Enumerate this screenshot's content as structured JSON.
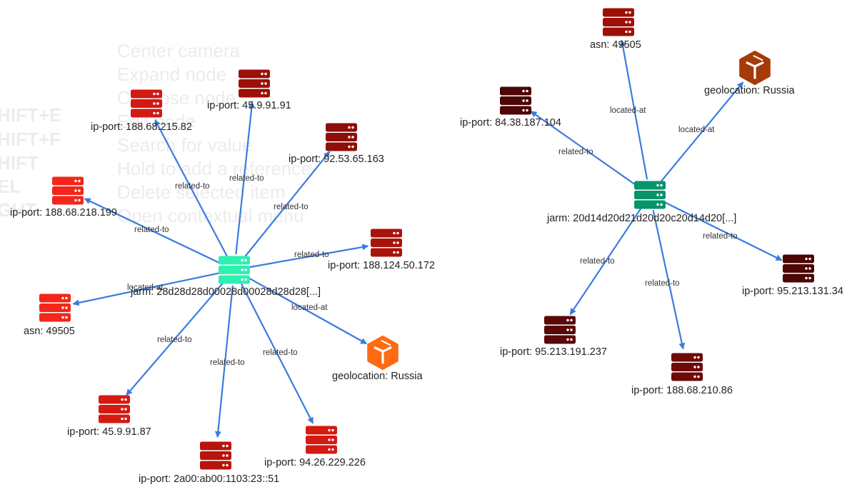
{
  "shortcuts": [
    {
      "key": "",
      "desc": "Center camera"
    },
    {
      "key": "",
      "desc": "Expand node"
    },
    {
      "key": "",
      "desc": "Collapse node"
    },
    {
      "key": "HIFT+E",
      "desc": "Edit node"
    },
    {
      "key": "HIFT+F",
      "desc": "Search for value"
    },
    {
      "key": "HIFT",
      "desc": "Hold to add a reference"
    },
    {
      "key": "EL",
      "desc": "Delete selected item"
    },
    {
      "key": "GHT",
      "desc": "Open contextual menu"
    }
  ],
  "nodes": [
    {
      "id": "jarm1",
      "kind": "server",
      "color": "#2ef0b0",
      "label": "jarm: 28d28d28d00028d00028d28d28[...]"
    },
    {
      "id": "ip1",
      "kind": "server",
      "color": "#d11a12",
      "label": "ip-port: 188.68.215.82"
    },
    {
      "id": "ip2",
      "kind": "server",
      "color": "#9d1008",
      "label": "ip-port: 45.9.91.91"
    },
    {
      "id": "ip3",
      "kind": "server",
      "color": "#8e0e08",
      "label": "ip-port: 92.53.65.163"
    },
    {
      "id": "ip4",
      "kind": "server",
      "color": "#f2261a",
      "label": "ip-port: 188.68.218.199"
    },
    {
      "id": "ip5",
      "kind": "server",
      "color": "#a8130b",
      "label": "ip-port: 188.124.50.172"
    },
    {
      "id": "asn1",
      "kind": "server",
      "color": "#f2261a",
      "label": "asn: 49505"
    },
    {
      "id": "geo1",
      "kind": "geo",
      "color": "#ff6a13",
      "label": "geolocation: Russia"
    },
    {
      "id": "ip6",
      "kind": "server",
      "color": "#d51a12",
      "label": "ip-port: 45.9.91.87"
    },
    {
      "id": "ip7",
      "kind": "server",
      "color": "#b8140c",
      "label": "ip-port: 2a00:ab00:1103:23::51"
    },
    {
      "id": "ip8",
      "kind": "server",
      "color": "#d51a12",
      "label": "ip-port: 94.26.229.226"
    },
    {
      "id": "jarm2",
      "kind": "server",
      "color": "#08946a",
      "label": "jarm: 20d14d20d21d20d20c20d14d20[...]"
    },
    {
      "id": "asn2",
      "kind": "server",
      "color": "#9d1008",
      "label": "asn: 49505"
    },
    {
      "id": "geo2",
      "kind": "geo",
      "color": "#a63a08",
      "label": "geolocation: Russia"
    },
    {
      "id": "ip9",
      "kind": "server",
      "color": "#4c0606",
      "label": "ip-port: 84.38.187.104"
    },
    {
      "id": "ip10",
      "kind": "server",
      "color": "#4c0606",
      "label": "ip-port: 95.213.131.34"
    },
    {
      "id": "ip11",
      "kind": "server",
      "color": "#5a0808",
      "label": "ip-port: 95.213.191.237"
    },
    {
      "id": "ip12",
      "kind": "server",
      "color": "#6e0a0a",
      "label": "ip-port: 188.68.210.86"
    }
  ],
  "edges": [
    {
      "from": "jarm1",
      "to": "ip1",
      "label": "related-to"
    },
    {
      "from": "jarm1",
      "to": "ip2",
      "label": "related-to"
    },
    {
      "from": "jarm1",
      "to": "ip3",
      "label": "related-to"
    },
    {
      "from": "jarm1",
      "to": "ip4",
      "label": "related-to"
    },
    {
      "from": "jarm1",
      "to": "ip5",
      "label": "related-to"
    },
    {
      "from": "jarm1",
      "to": "asn1",
      "label": "located-at"
    },
    {
      "from": "jarm1",
      "to": "geo1",
      "label": "located-at"
    },
    {
      "from": "jarm1",
      "to": "ip6",
      "label": "related-to"
    },
    {
      "from": "jarm1",
      "to": "ip7",
      "label": "related-to"
    },
    {
      "from": "jarm1",
      "to": "ip8",
      "label": "related-to"
    },
    {
      "from": "jarm2",
      "to": "asn2",
      "label": "located-at"
    },
    {
      "from": "jarm2",
      "to": "geo2",
      "label": "located-at"
    },
    {
      "from": "jarm2",
      "to": "ip9",
      "label": "related-to"
    },
    {
      "from": "jarm2",
      "to": "ip10",
      "label": "related-to"
    },
    {
      "from": "jarm2",
      "to": "ip11",
      "label": "related-to"
    },
    {
      "from": "jarm2",
      "to": "ip12",
      "label": "related-to"
    }
  ],
  "colors": {
    "edge": "#3a7be0",
    "server_light": "#ffffff"
  }
}
